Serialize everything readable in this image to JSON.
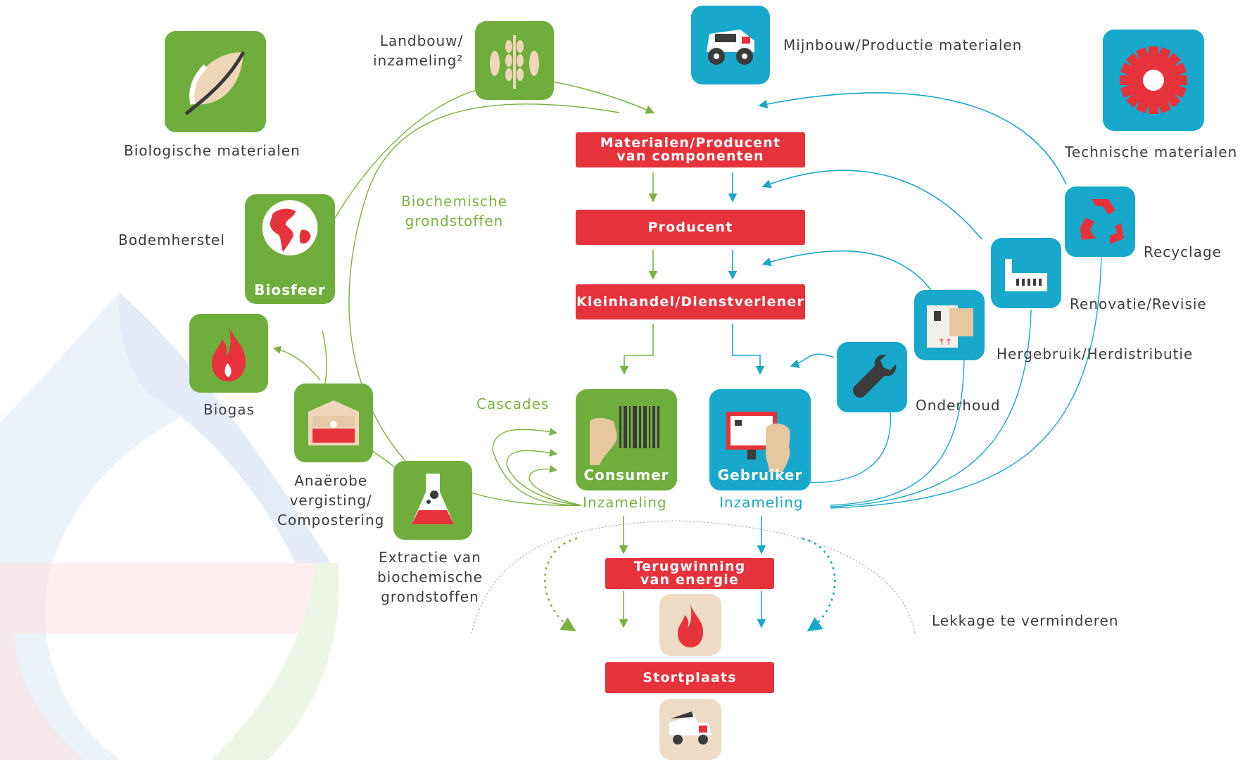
{
  "labels": {
    "landbouw": "Landbouw/\ninzameling²",
    "biologische": "Biologische materialen",
    "mijnbouw": "Mijnbouw/Productie materialen",
    "technische": "Technische materialen",
    "bodemherstel": "Bodemherstel",
    "biochemische_grondstoffen": "Biochemische\ngrondstoffen",
    "recyclage": "Recyclage",
    "renovatie": "Renovatie/Revisie",
    "hergebruik": "Hergebruik/Herdistributie",
    "biogas": "Biogas",
    "cascades": "Cascades",
    "onderhoud": "Onderhoud",
    "anaerobe": "Anaërobe\nvergisting/\nCompostering",
    "inzameling_green": "Inzameling",
    "inzameling_blue": "Inzameling",
    "extractie": "Extractie van\nbiochemische\ngrondstoffen",
    "lekkage": "Lekkage te verminderen"
  },
  "boxes": {
    "materialen_producent": "Materialen/Producent\nvan componenten",
    "producent": "Producent",
    "kleinhandel": "Kleinhandel/Dienstverlener",
    "terugwinning": "Terugwinning\nvan energie",
    "stortplaats": "Stortplaats"
  },
  "icons": {
    "biosfeer_caption": "Biosfeer",
    "consumer_caption": "Consumer",
    "gebruiker_caption": "Gebruiker"
  },
  "colors": {
    "biological": "#7bb142",
    "technical": "#1aa7c8",
    "process_box": "#e6323b"
  }
}
